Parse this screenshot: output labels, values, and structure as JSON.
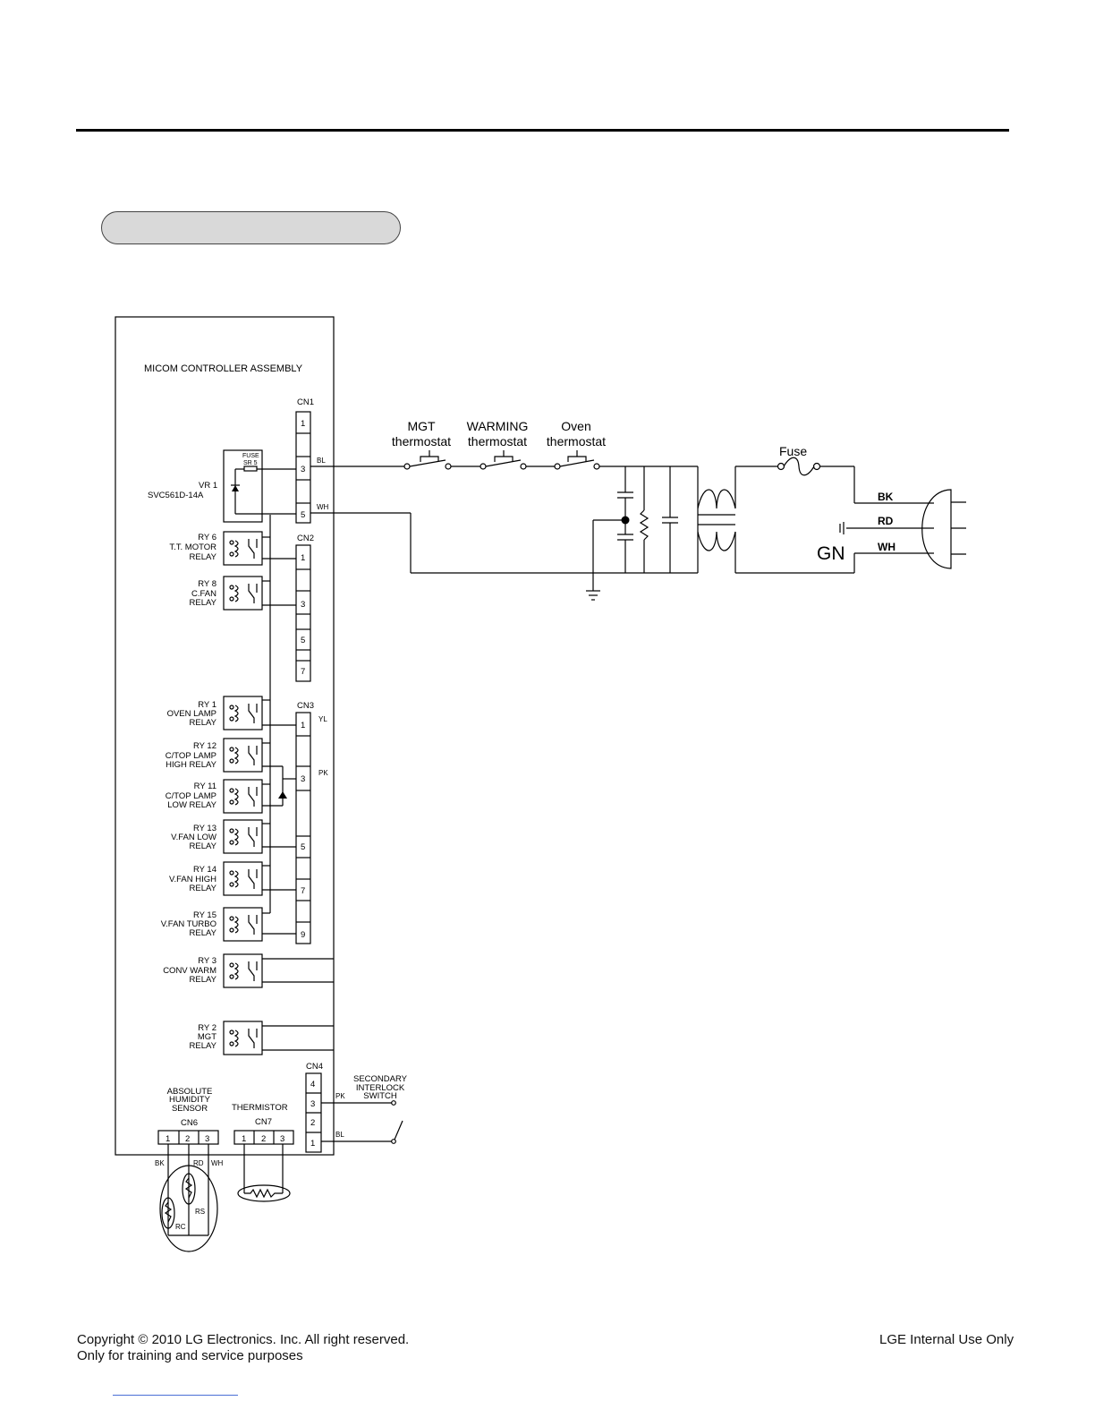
{
  "footer": {
    "copyright": "Copyright © 2010 LG Electronics. Inc. All right reserved.",
    "purpose": "Only for training and service purposes",
    "internal": "LGE Internal Use Only"
  },
  "diagram": {
    "assembly_title": "MICOM CONTROLLER ASSEMBLY",
    "connectors": {
      "cn1": {
        "label": "CN1",
        "pins": [
          "1",
          "3",
          "5"
        ]
      },
      "cn2": {
        "label": "CN2",
        "pins": [
          "1",
          "3",
          "5",
          "7"
        ]
      },
      "cn3": {
        "label": "CN3",
        "pins": [
          "1",
          "3",
          "5",
          "7",
          "9"
        ]
      },
      "cn4": {
        "label": "CN4",
        "pins": [
          "4",
          "3",
          "2",
          "1"
        ]
      },
      "cn6": {
        "label": "CN6",
        "pins": [
          "1",
          "2",
          "3"
        ]
      },
      "cn7": {
        "label": "CN7",
        "pins": [
          "1",
          "2",
          "3"
        ]
      }
    },
    "fuse_sr": [
      "FUSE",
      "SR 5"
    ],
    "varistor": [
      "VR 1",
      "SVC561D-14A"
    ],
    "relays": [
      {
        "id": "ry6",
        "lines": [
          "RY 6",
          "T.T. MOTOR",
          "RELAY"
        ]
      },
      {
        "id": "ry8",
        "lines": [
          "RY 8",
          "C.FAN",
          "RELAY"
        ]
      },
      {
        "id": "ry1",
        "lines": [
          "RY 1",
          "OVEN LAMP",
          "RELAY"
        ]
      },
      {
        "id": "ry12",
        "lines": [
          "RY 12",
          "C/TOP LAMP",
          "HIGH RELAY"
        ]
      },
      {
        "id": "ry11",
        "lines": [
          "RY 11",
          "C/TOP LAMP",
          "LOW RELAY"
        ]
      },
      {
        "id": "ry13",
        "lines": [
          "RY 13",
          "V.FAN LOW",
          "RELAY"
        ]
      },
      {
        "id": "ry14",
        "lines": [
          "RY 14",
          "V.FAN HIGH",
          "RELAY"
        ]
      },
      {
        "id": "ry15",
        "lines": [
          "RY 15",
          "V.FAN TURBO",
          "RELAY"
        ]
      },
      {
        "id": "ry3",
        "lines": [
          "RY 3",
          "CONV WARM",
          "RELAY"
        ]
      },
      {
        "id": "ry2",
        "lines": [
          "RY 2",
          "MGT",
          "RELAY"
        ]
      }
    ],
    "wire_colors": {
      "bl": "BL",
      "wh": "WH",
      "yl": "YL",
      "pk": "PK",
      "bk": "BK",
      "rd": "RD",
      "gn": "GN"
    },
    "thermostats": {
      "mgt": [
        "MGT",
        "thermostat"
      ],
      "warming": [
        "WARMING",
        "thermostat"
      ],
      "oven": [
        "Oven",
        "thermostat"
      ]
    },
    "fuse_main": "Fuse",
    "secondary_interlock": [
      "SECONDARY",
      "INTERLOCK",
      "SWITCH"
    ],
    "humidity_sensor": [
      "ABSOLUTE",
      "HUMIDITY",
      "SENSOR"
    ],
    "thermistor": "THERMISTOR",
    "rc": "RC",
    "rs": "RS"
  }
}
